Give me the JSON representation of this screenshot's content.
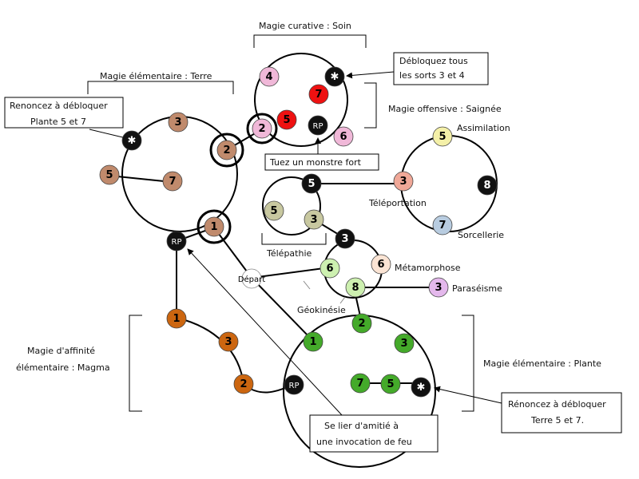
{
  "colors": {
    "earth": "#c08a6c",
    "soin": "#f0b8d8",
    "saignee": "#ee1111",
    "black": "#111111",
    "magma": "#cc6610",
    "plante": "#44aa2a",
    "telepathie": "#c8c8a0",
    "assimilation": "#f4f0a8",
    "teleportation": "#f0a898",
    "sorcellerie": "#b8cce0",
    "metamorphose": "#fbe4d4",
    "paraseisme": "#e4b8ec",
    "geokinesie": "#cdf0b0",
    "depart": "#ffffff"
  },
  "nodes": {
    "soin_4": "4",
    "soin_star": "✱",
    "saignee_7": "7",
    "saignee_5": "5",
    "soin_2": "2",
    "rp_top": "RP",
    "soin_6": "6",
    "terre_3": "3",
    "terre_star": "✱",
    "terre_2": "2",
    "terre_5": "5",
    "terre_7": "7",
    "terre_1": "1",
    "rp_left": "RP",
    "tele_5b": "5",
    "tele_5": "5",
    "tele_3": "3",
    "assim_5": "5",
    "tp_3": "3",
    "n_8_black": "8",
    "sorc_7": "7",
    "black_3": "3",
    "n_6_green": "6",
    "meta_6": "6",
    "n_8_green": "8",
    "para_3": "3",
    "depart": "Départ",
    "magma_1": "1",
    "magma_3": "3",
    "magma_2": "2",
    "rp_bottom": "RP",
    "plante_1": "1",
    "plante_2": "2",
    "plante_3": "3",
    "plante_7": "7",
    "plante_5": "5",
    "plante_star": "✱"
  },
  "labels": {
    "magie_curative": "Magie  curative  :  Soin",
    "debloquez_l1": "Débloquez  tous",
    "debloquez_l2": "les  sorts  3  et  4",
    "magie_offensive": "Magie  offensive  :  Saignée",
    "magie_terre": "Magie  élémentaire  :  Terre",
    "renoncez_plante_l1": "Renoncez  à  débloquer",
    "renoncez_plante_l2": "Plante  5  et  7",
    "tuez": "Tuez  un  monstre  fort",
    "assimilation": "Assimilation",
    "teleportation": "Téléportation",
    "sorcellerie": "Sorcellerie",
    "telepathie": "Télépathie",
    "metamorphose": "Métamorphose",
    "paraseisme": "Paraséisme",
    "geokinesie": "Géokinésie",
    "magma_l1": "Magie  d'affinité",
    "magma_l2": "élémentaire  :  Magma",
    "plante_label": "Magie  élémentaire  :  Plante",
    "renoncez_terre_l1": "Rénoncez  à  débloquer",
    "renoncez_terre_l2": "Terre  5  et  7.",
    "lier_l1": "Se  lier  d'amitié  à",
    "lier_l2": "une  invocation  de  feu"
  }
}
